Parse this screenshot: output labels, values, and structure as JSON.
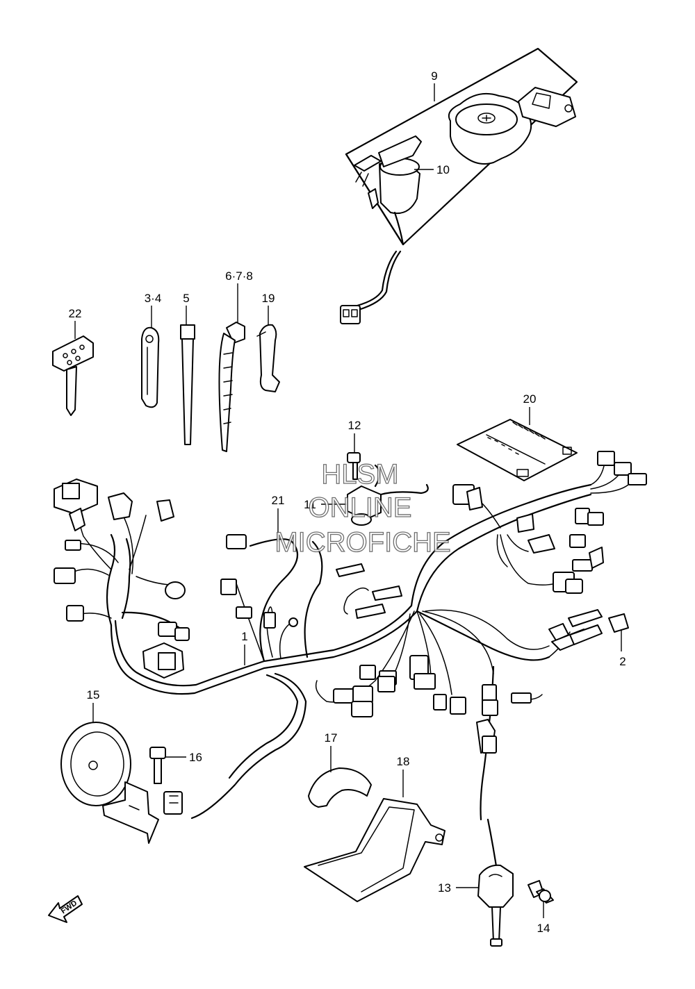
{
  "diagram": {
    "callouts": [
      "9",
      "10",
      "22",
      "3·4",
      "5",
      "6·7·8",
      "19",
      "20",
      "12",
      "11",
      "21",
      "1",
      "2",
      "15",
      "16",
      "17",
      "18",
      "13",
      "14"
    ],
    "direction_badge": "FWD"
  },
  "watermark": {
    "line1": "HLSM",
    "line2": "ONLINE",
    "line3": "MICROFICHE"
  }
}
